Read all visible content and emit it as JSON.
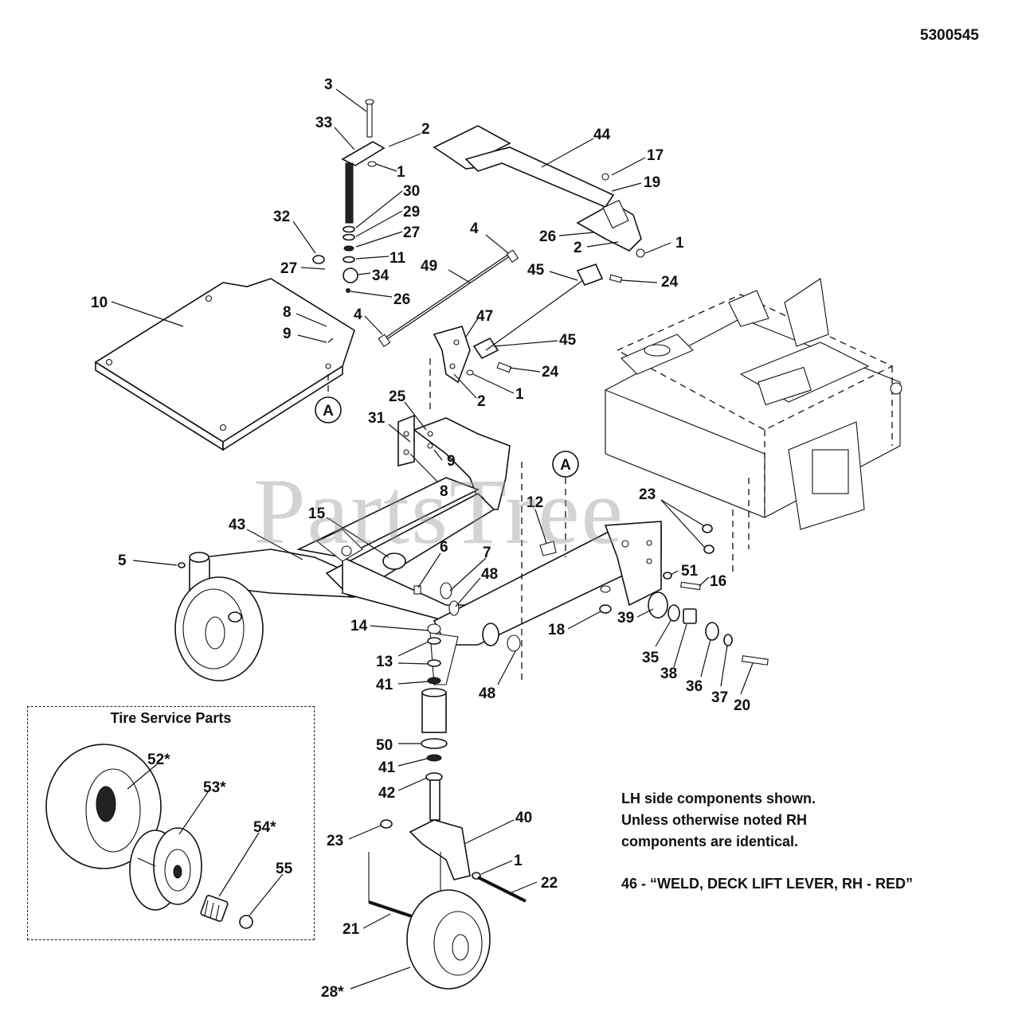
{
  "diagram_number": "5300545",
  "watermark": "PartsTree",
  "tire_service": {
    "title": "Tire Service Parts",
    "callouts": [
      "52*",
      "53*",
      "54*",
      "55"
    ]
  },
  "notes": {
    "line1": "LH side components shown.",
    "line2": "Unless otherwise noted RH",
    "line3": "components are identical.",
    "line4": "46 - “WELD, DECK LIFT LEVER, RH - RED”"
  },
  "reference_marker": "A",
  "callouts": {
    "c3": "3",
    "c33": "33",
    "c2a": "2",
    "c1a": "1",
    "c30": "30",
    "c29": "29",
    "c27a": "27",
    "c11": "11",
    "c32": "32",
    "c27b": "27",
    "c34": "34",
    "c26a": "26",
    "c10": "10",
    "c8a": "8",
    "c9a": "9",
    "c4a": "4",
    "c49": "49",
    "c4b": "4",
    "c44": "44",
    "c17": "17",
    "c19": "19",
    "c26b": "26",
    "c2b": "2",
    "c1b": "1",
    "c45a": "45",
    "c24a": "24",
    "c47": "47",
    "c45b": "45",
    "c24b": "24",
    "c2c": "2",
    "c1c": "1",
    "c25": "25",
    "c31": "31",
    "c9b": "9",
    "c8b": "8",
    "c12": "12",
    "c23a": "23",
    "c15": "15",
    "c43": "43",
    "c5": "5",
    "c6": "6",
    "c7": "7",
    "c48a": "48",
    "c51": "51",
    "c16": "16",
    "c14": "14",
    "c18": "18",
    "c39": "39",
    "c35": "35",
    "c38": "38",
    "c36": "36",
    "c37": "37",
    "c20": "20",
    "c13": "13",
    "c41a": "41",
    "c48b": "48",
    "c50": "50",
    "c41b": "41",
    "c42": "42",
    "c40": "40",
    "c23b": "23",
    "c1d": "1",
    "c22": "22",
    "c21": "21",
    "c28": "28*"
  }
}
